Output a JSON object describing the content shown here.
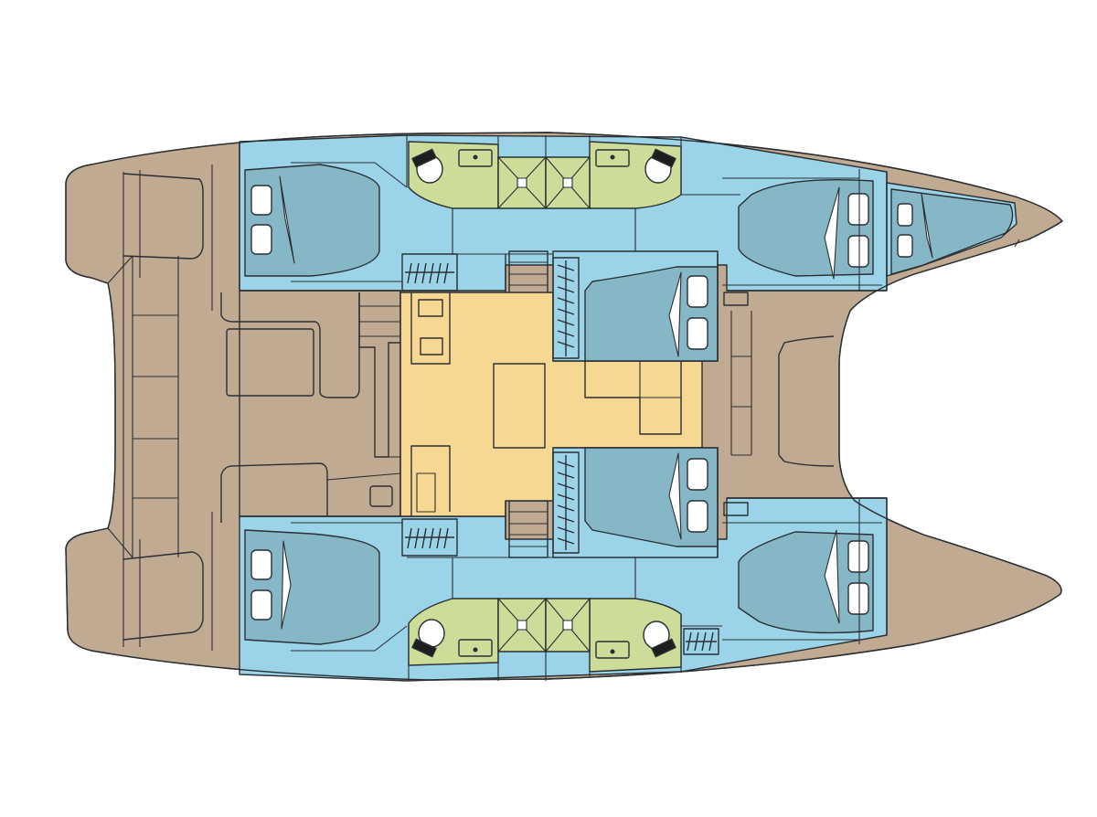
{
  "colors": {
    "deck": "#c0aa91",
    "hull_cabins": "#9bd3e8",
    "berth": "#86b7c6",
    "head": "#ccdd9a",
    "saloon": "#f7d892",
    "outline": "#2a2f33",
    "pillow": "#ffffff",
    "fitting": "#1e1e1e"
  },
  "layout": {
    "cabins": 6,
    "heads": 4,
    "hull_count": 2
  },
  "icons": [
    "berth-icon",
    "pillow-icon",
    "toilet-icon",
    "sink-icon",
    "stairs-icon",
    "hanging-locker-icon"
  ]
}
